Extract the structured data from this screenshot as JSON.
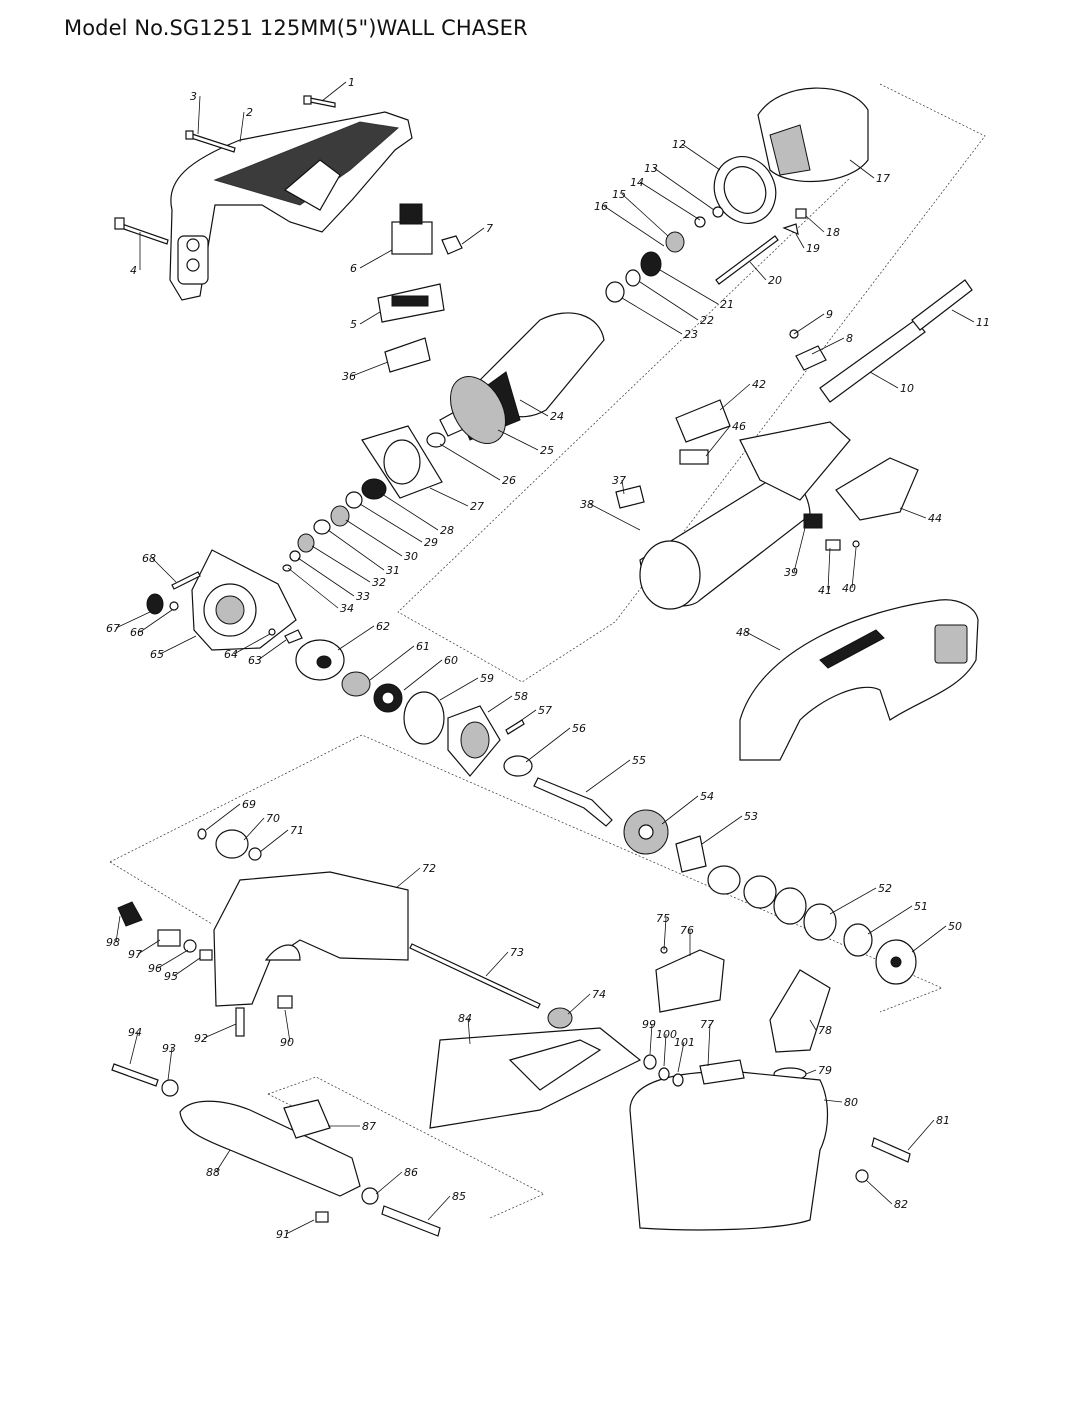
{
  "title": "Model No.SG1251 125MM(5\")WALL CHASER",
  "part_labels": [
    "1",
    "2",
    "3",
    "4",
    "5",
    "6",
    "7",
    "8",
    "9",
    "10",
    "11",
    "12",
    "13",
    "14",
    "15",
    "16",
    "17",
    "18",
    "19",
    "20",
    "21",
    "22",
    "23",
    "24",
    "25",
    "26",
    "27",
    "28",
    "29",
    "30",
    "31",
    "32",
    "33",
    "34",
    "36",
    "37",
    "38",
    "39",
    "40",
    "41",
    "42",
    "44",
    "46",
    "48",
    "50",
    "51",
    "52",
    "53",
    "54",
    "55",
    "56",
    "57",
    "58",
    "59",
    "60",
    "61",
    "62",
    "63",
    "64",
    "65",
    "66",
    "67",
    "68",
    "69",
    "70",
    "71",
    "72",
    "73",
    "74",
    "75",
    "76",
    "77",
    "78",
    "79",
    "80",
    "81",
    "82",
    "84",
    "85",
    "86",
    "87",
    "88",
    "90",
    "91",
    "92",
    "93",
    "94",
    "95",
    "96",
    "97",
    "98",
    "99",
    "100",
    "101"
  ]
}
